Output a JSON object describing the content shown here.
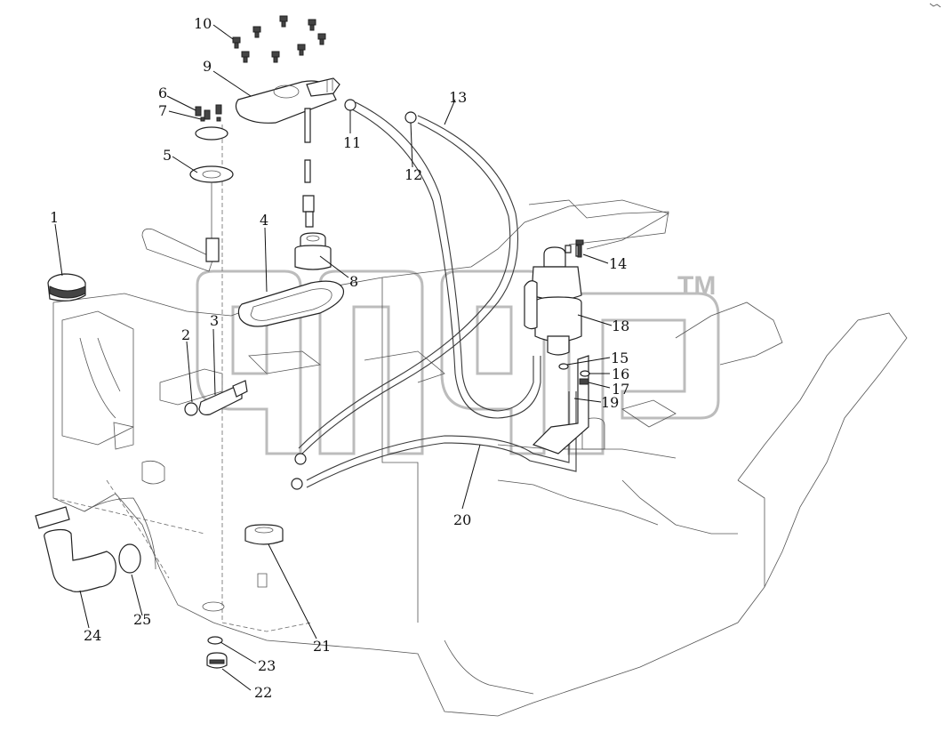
{
  "watermark": {
    "mark": "TM"
  },
  "callouts": [
    {
      "id": "1",
      "label": "1"
    },
    {
      "id": "2",
      "label": "2"
    },
    {
      "id": "3",
      "label": "3"
    },
    {
      "id": "4",
      "label": "4"
    },
    {
      "id": "5",
      "label": "5"
    },
    {
      "id": "6",
      "label": "6"
    },
    {
      "id": "7",
      "label": "7"
    },
    {
      "id": "8",
      "label": "8"
    },
    {
      "id": "9",
      "label": "9"
    },
    {
      "id": "10",
      "label": "10"
    },
    {
      "id": "11",
      "label": "11"
    },
    {
      "id": "12",
      "label": "12"
    },
    {
      "id": "13",
      "label": "13"
    },
    {
      "id": "14",
      "label": "14"
    },
    {
      "id": "15",
      "label": "15"
    },
    {
      "id": "16",
      "label": "16"
    },
    {
      "id": "17",
      "label": "17"
    },
    {
      "id": "18",
      "label": "18"
    },
    {
      "id": "19",
      "label": "19"
    },
    {
      "id": "20",
      "label": "20"
    },
    {
      "id": "21",
      "label": "21"
    },
    {
      "id": "22",
      "label": "22"
    },
    {
      "id": "23",
      "label": "23"
    },
    {
      "id": "24",
      "label": "24"
    },
    {
      "id": "25",
      "label": "25"
    }
  ]
}
